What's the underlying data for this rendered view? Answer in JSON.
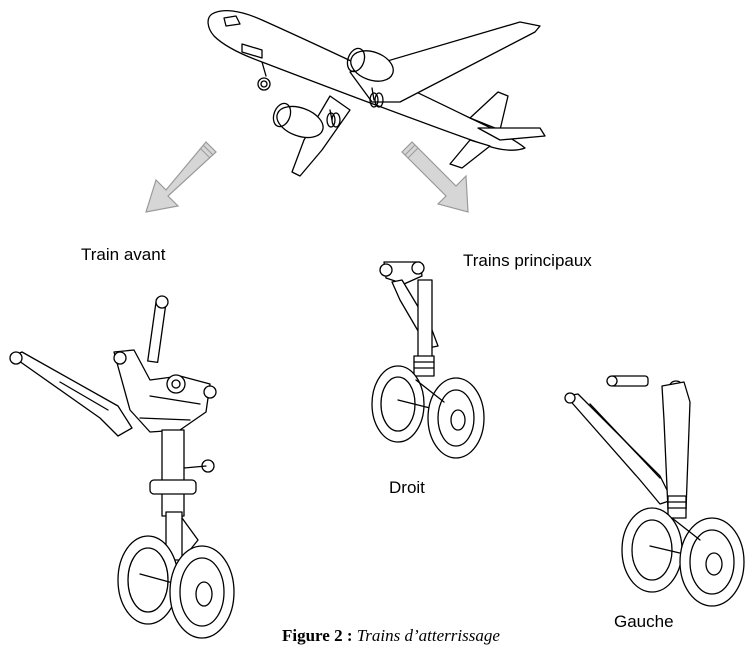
{
  "labels": {
    "front_gear": "Train avant",
    "main_gear": "Trains principaux",
    "right_gear": "Droit",
    "left_gear": "Gauche"
  },
  "caption": {
    "number": "Figure 2 :",
    "title": "Trains d’atterrissage"
  },
  "colors": {
    "ink": "#000000",
    "arrow_fill": "#d6d6d6",
    "arrow_stroke": "#9a9a9a",
    "background": "#ffffff"
  }
}
